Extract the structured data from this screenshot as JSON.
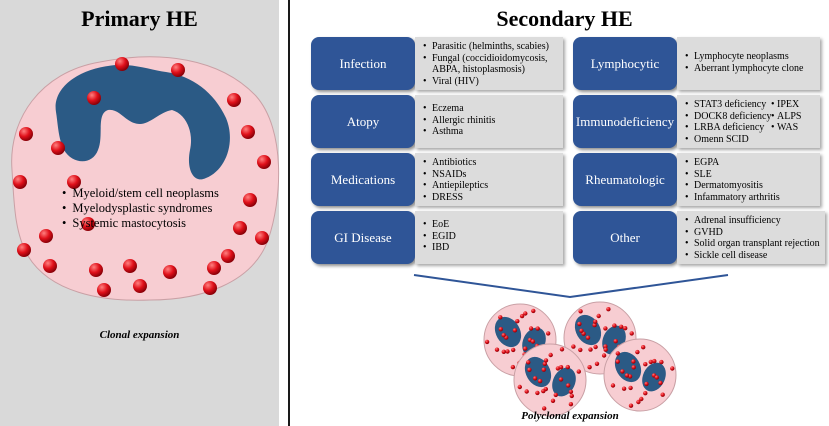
{
  "primary": {
    "title": "Primary HE",
    "items": [
      "Myeloid/stem cell neoplasms",
      "Myelodysplastic syndromes",
      "Systemic mastocytosis"
    ],
    "caption": "Clonal expansion"
  },
  "secondary": {
    "title": "Secondary HE",
    "caption": "Polyclonal expansion",
    "left_categories": [
      {
        "label": "Infection",
        "items": [
          "Parasitic (helminths, scabies)",
          "Fungal (coccidioidomycosis,",
          "ABPA, histoplasmosis)",
          "Viral (HIV)"
        ]
      },
      {
        "label": "Atopy",
        "items": [
          "Eczema",
          "Allergic rhinitis",
          "Asthma"
        ]
      },
      {
        "label": "Medications",
        "items": [
          "Antibiotics",
          "NSAIDs",
          "Antiepileptics",
          "DRESS"
        ]
      },
      {
        "label": "GI Disease",
        "items": [
          "EoE",
          "EGID",
          "IBD"
        ]
      }
    ],
    "right_categories": [
      {
        "label": "Lymphocytic",
        "items": [
          "Lymphocyte neoplasms",
          "Aberrant lymphocyte clone"
        ]
      },
      {
        "label": "Immunodeficiency",
        "items": [
          "STAT3 deficiency",
          "IPEX",
          "DOCK8 deficiency",
          "ALPS",
          "LRBA deficiency",
          "WAS",
          "Omenn SCID"
        ]
      },
      {
        "label": "Rheumatologic",
        "items": [
          "EGPA",
          "SLE",
          "Dermatomyositis",
          "Infammatory arthritis"
        ]
      },
      {
        "label": "Other",
        "items": [
          "Adrenal insufficiency",
          "GVHD",
          "Solid organ transplant rejection",
          "Sickle cell disease"
        ]
      }
    ]
  },
  "colors": {
    "category_box": "#2f5597",
    "nucleus": "#2b5a85",
    "cytoplasm": "#f7cdd2",
    "granule": "#e0101a",
    "detail_bg": "#dcdcdc"
  }
}
